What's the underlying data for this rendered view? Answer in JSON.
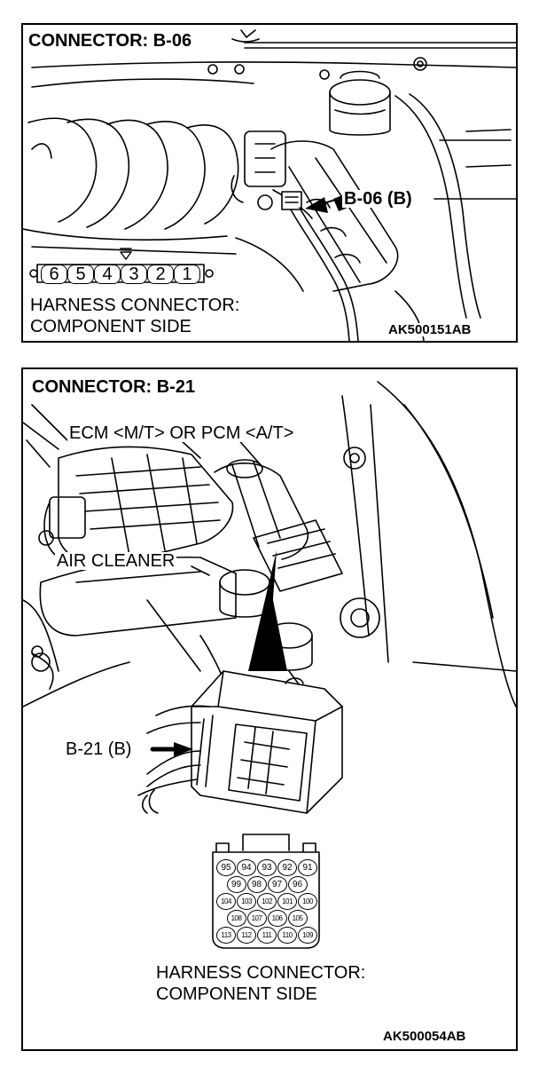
{
  "panel_top": {
    "title": "CONNECTOR: B-06",
    "callout": "B-06 (B)",
    "pins": [
      "6",
      "5",
      "4",
      "3",
      "2",
      "1"
    ],
    "caption_line1": "HARNESS CONNECTOR:",
    "caption_line2": "COMPONENT SIDE",
    "figure_code": "AK500151AB"
  },
  "panel_bottom": {
    "title": "CONNECTOR: B-21",
    "callout_ecm": "ECM <M/T> OR PCM <A/T>",
    "callout_air": "AIR CLEANER",
    "callout_conn": "B-21 (B)",
    "pin_rows": [
      [
        "95",
        "94",
        "93",
        "92",
        "91"
      ],
      [
        "99",
        "98",
        "97",
        "96"
      ],
      [
        "104",
        "103",
        "102",
        "101",
        "100"
      ],
      [
        "108",
        "107",
        "106",
        "105"
      ],
      [
        "113",
        "112",
        "111",
        "110",
        "109"
      ]
    ],
    "caption_line1": "HARNESS CONNECTOR:",
    "caption_line2": "COMPONENT SIDE",
    "figure_code": "AK500054AB"
  }
}
